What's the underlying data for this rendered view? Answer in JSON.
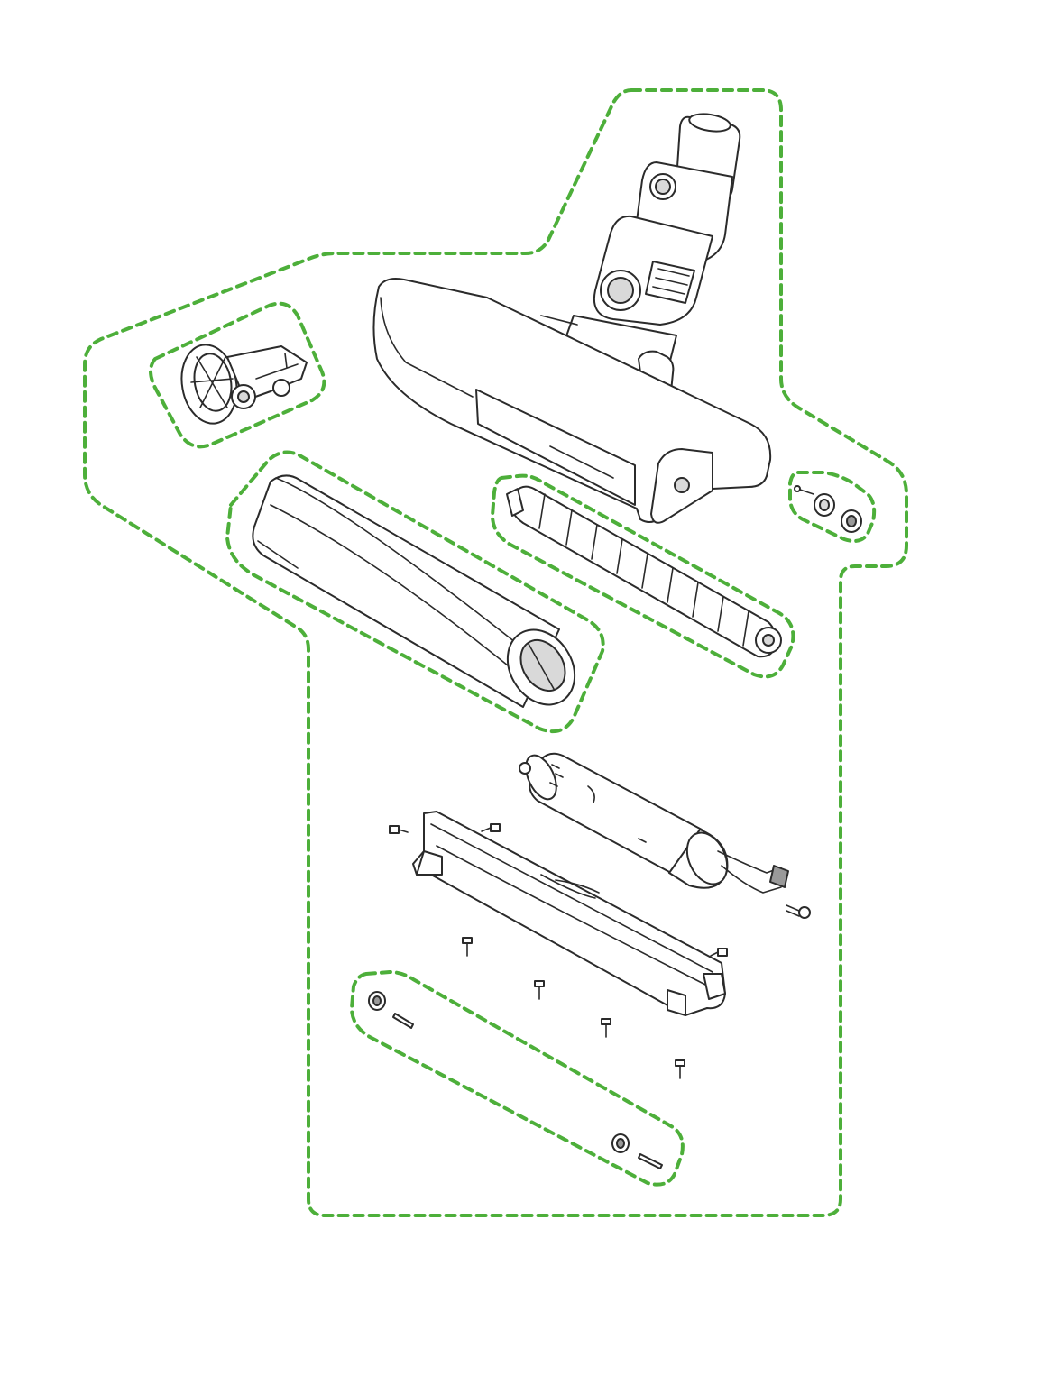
{
  "colors": {
    "background": "#ffffff",
    "outline_dash": "#4daf3a",
    "part_stroke": "#2b2b2b",
    "part_fill": "#ffffff",
    "part_shade": "#d9d9d9",
    "part_dark": "#9a9a9a"
  },
  "groups": [
    {
      "id": "whole-assembly"
    },
    {
      "id": "end-cap-assembly"
    },
    {
      "id": "soft-roller"
    },
    {
      "id": "brush-bar"
    },
    {
      "id": "end-cap-fasteners"
    },
    {
      "id": "wheel-set"
    }
  ],
  "parts": [
    {
      "id": "cleaner-head-body",
      "icon": "cleaner-head-icon"
    },
    {
      "id": "neck-connector",
      "icon": "connector-icon"
    },
    {
      "id": "end-cap-drive",
      "icon": "end-cap-icon"
    },
    {
      "id": "soft-roller-cylinder",
      "icon": "roller-icon"
    },
    {
      "id": "brush-bar-cylinder",
      "icon": "brush-bar-icon"
    },
    {
      "id": "motor-cylinder",
      "icon": "motor-icon"
    },
    {
      "id": "soleplate-chassis",
      "icon": "soleplate-icon"
    },
    {
      "id": "screws",
      "icon": "screw-icon"
    },
    {
      "id": "wheels",
      "icon": "wheel-icon"
    },
    {
      "id": "axle-pins",
      "icon": "pin-icon"
    },
    {
      "id": "washers",
      "icon": "washer-icon"
    }
  ]
}
